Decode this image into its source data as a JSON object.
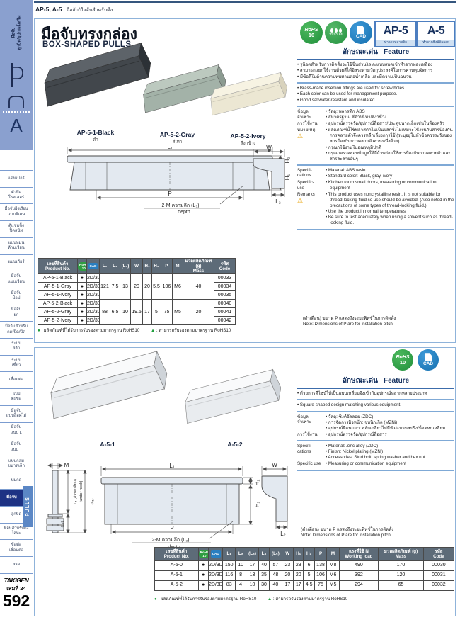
{
  "sidebar": {
    "category_label": "มือจับ\nลูกบิด/อุปกรณ์เสริม",
    "section_letter": "A",
    "items": [
      {
        "label": "แดมเปอร์"
      },
      {
        "label": "ตัวยึด\nโรลเลอร์"
      },
      {
        "label": "มือจับฝังเรียบ\nแบบพิเศษ"
      },
      {
        "label": "ตู้แช่แข็ง\nปิดสนิท"
      },
      {
        "label": "แบบหมุน\nด้ามเวียน"
      },
      {
        "label": "แบบเกียร์"
      },
      {
        "label": "มือจับ\nแบบเวียน"
      },
      {
        "label": "มือจับ\nป็อป"
      },
      {
        "label": "มือจับ\nยก"
      },
      {
        "label": "มือจับสำหรับ\nกดเปิด/ปิด"
      },
      {
        "label": "ระบบ\nสลัก"
      },
      {
        "label": "ระบบ\nเขี้ยว"
      },
      {
        "label": "เชื่อมต่อ"
      },
      {
        "label": "แบบ\nตะขอ"
      },
      {
        "label": "มือจับ\nแบบล็อคได้"
      },
      {
        "label": "มือจับ\nแบบ L"
      },
      {
        "label": "มือจับ\nแบบ T"
      },
      {
        "label": "แบบกลม\nขนาดเล็ก"
      },
      {
        "label": "ปุ่มกด"
      },
      {
        "label": "มือจับ",
        "active": true
      },
      {
        "label": "ลูกบิด"
      },
      {
        "label": "ที่จับสำหรับดึง\nโลหะ"
      },
      {
        "label": "ข้อต่อ\nเชื่อมต่อ"
      },
      {
        "label": "ลวด"
      }
    ],
    "pulls_tab": "PULLS",
    "footer": {
      "logo": "TAKIGEN",
      "volume": "เล่มที่ 24",
      "page": "592"
    }
  },
  "header": {
    "codes": "AP-5, A-5",
    "desc": "มือจับ/มือจับสำหรับดึง"
  },
  "section1": {
    "title_th": "มือจับทรงกล่อง",
    "title_en": "BOX-SHAPED  PULLS",
    "badges": {
      "rohs_line1": "RoHS",
      "rohs_line2": "10",
      "salt_label": "ทนน้ำเค็ม",
      "cad": "CAD",
      "ap5": "AP-5",
      "ap5_sub": "ทำจากพลาสติก",
      "a5": "A-5",
      "a5_sub": "ทำจากซิงค์อัลลอย"
    },
    "products": [
      {
        "name": "AP-5-1-Black",
        "color_th": "ดำ",
        "top": "#5d6369",
        "front": "#42474c",
        "end": "#2c3136"
      },
      {
        "name": "AP-5-2-Gray",
        "color_th": "สีเทา",
        "top": "#bcc9bf",
        "front": "#a3b2a8",
        "end": "#8c9b91"
      },
      {
        "name": "AP-5-2-Ivory",
        "color_th": "สีงาช้าง",
        "top": "#f7f3e3",
        "front": "#ece7d3",
        "end": "#d9d3bd"
      }
    ],
    "feature": {
      "title_th": "ลักษณะเด่น",
      "title_en": "Feature",
      "th_bullets": [
        "• รูน็อตสำหรับการติดตั้งจะใช้ชิ้นส่วนโลหะแบบสอดเข้าทำจากทองเหลือง",
        "• สามารถแยกใช้งานด้วยสีได้อิสระตามวัตถุประสงค์ในการควบคุมจัดการ",
        "• มีข้อดีในด้านความทนทานต่อน้ำเกลือ และมีความเป็นฉนวน"
      ],
      "en_bullets": [
        "• Brass-made insertion fittings are used for screw holes.",
        "• Each color can be used for management purpose.",
        "• Good saltwater-resistant and insulated."
      ],
      "rows": [
        {
          "label": "ข้อมูล\nจำเพาะ",
          "warn": false,
          "lines": [
            "• วัสดุ: พลาสติก ABS",
            "• สีมาตรฐาน: สีดำ/สีเทา/สีงาช้าง"
          ]
        },
        {
          "label": "การใช้งาน",
          "warn": false,
          "lines": [
            "• อุปกรณ์ตรวจวัด/อุปกรณ์สื่อสาร/ประตูขนาดเล็กเช่นในห้องครัว"
          ]
        },
        {
          "label": "หมายเหตุ",
          "warn": true,
          "lines": [
            "• ผลิตภัณฑ์นี้ใช้พลาสติกไม่เป็นผลึกซึ่งไม่เหมาะใช้งานกับสารป้องกันการคลายตัวจึงควรหลีกเลี่ยงการใช้ (ระบุอยู่ในหัวข้อควรระวังของสารป้องกันกาวคลายตัวส่วนหนึ่งด้วย)",
            "• กรุณาใช้งานในอุณหภูมิปกติ",
            "• กรุณาตรวจสอบข้อมูลให้ถี่ถ้วนก่อนใช้สารป้องกันกาวคลายตัวและสารละลายอื่นๆ"
          ]
        },
        {
          "label": "Specifi-\ncations",
          "warn": false,
          "divider_before": true,
          "lines": [
            "• Material: ABS resin",
            "• Standard color: Black, gray, ivory"
          ]
        },
        {
          "label": "Specific-\nuse",
          "warn": false,
          "lines": [
            "• Kitchen room small doors, measuring or communication equipment"
          ]
        },
        {
          "label": "Remarks",
          "warn": true,
          "lines": [
            "• This product uses noncrystalline resin. It is not suitable for thread-locking fluid so use should be avoided. (Also noted in the precautions of some types of thread-locking fluid.)",
            "• Use the product in normal temperatures.",
            "• Be sure to test adequately when using a solvent such as thread-locking fluid."
          ]
        }
      ]
    },
    "drawing": {
      "l1": "L₁",
      "h2": "H₂",
      "h1": "H₁",
      "p": "P",
      "m_note": "2-M ความลึก (L₃)",
      "depth": "depth",
      "w": "W",
      "l2": "L₂"
    },
    "table": {
      "col_product": "เลขที่สินค้า\nProduct No.",
      "col_rohs": "RoHS\n10",
      "col_cad": "CAD",
      "cols": [
        "L₁",
        "L₂",
        "(L₃)",
        "W",
        "H₁",
        "H₂",
        "P",
        "M"
      ],
      "col_mass": "มวลผลิตภัณฑ์ (g)\nMass",
      "col_code": "รหัส\nCode",
      "rohs_mark": "●",
      "cad_mark": "2D/3D",
      "groups": [
        {
          "names": [
            "AP-5-1-Black",
            "AP-5-1-Gray",
            "AP-5-1-Ivory"
          ],
          "dims": [
            "121",
            "7.5",
            "13",
            "20",
            "20",
            "5.5",
            "106",
            "M6"
          ],
          "mass": "40",
          "codes": [
            "00033",
            "00034",
            "00035"
          ]
        },
        {
          "names": [
            "AP-5-2-Black",
            "AP-5-2-Gray",
            "AP-5-2-Ivory"
          ],
          "dims": [
            "88",
            "6.5",
            "10",
            "19.5",
            "17",
            "5",
            "75",
            "M5"
          ],
          "mass": "20",
          "codes": [
            "00040",
            "00041",
            "00042"
          ]
        }
      ]
    },
    "note_th": "(คำเตือน) ขนาด P แสดงถึงระยะพิทช์ในการติดตั้ง",
    "note_en": "Note: Dimensions of P are for installation pitch.",
    "legend_dot": "●",
    "legend_dot_text": " : ผลิตภัณฑ์ที่ได้รับการรับรองตามมาตรฐาน RoHS10",
    "legend_tri": "▲",
    "legend_tri_text": " : สามารถรับรองตามมาตรฐาน RoHS10"
  },
  "section2": {
    "badges": {
      "rohs_line1": "RoHS",
      "rohs_line2": "10",
      "cad": "CAD"
    },
    "products": [
      {
        "name": "A-5-1",
        "top": "#f9fafb",
        "front": "#e9ecef",
        "end": "#cfd4d9"
      },
      {
        "name": "A-5-2",
        "top": "#f9fafb",
        "front": "#e9ecef",
        "end": "#cfd4d9"
      }
    ],
    "feature": {
      "title_th": "ลักษณะเด่น",
      "title_en": "Feature",
      "th_bullets": [
        "• ด้วยการดีไซน์ให้เป็นแบบเหลี่ยมจึงเข้ากับอุปกรณ์หลากหลายประเภท"
      ],
      "en_bullets": [
        "• Square-shaped design matching various equipment."
      ],
      "rows": [
        {
          "label": "ข้อมูล\nจำเพาะ",
          "warn": false,
          "lines": [
            "• วัสดุ: ซิงค์อัลลอย (ZDC)",
            "• การจัดการผิวหน้า: ชุบนิกเกิล (MZNi)",
            "• อุปกรณ์ที่แนบมา: สลักเกลียวไม่มีหัว/แหวนสปริง/น็อตหกเหลี่ยม"
          ]
        },
        {
          "label": "การใช้งาน",
          "warn": false,
          "lines": [
            "• อุปกรณ์ตรวจวัด/อุปกรณ์สื่อสาร"
          ]
        },
        {
          "label": "Specifi-\ncations",
          "warn": false,
          "divider_before": true,
          "lines": [
            "• Material: Zinc alloy (ZDC)",
            "• Finish: Nickel plating (MZNi)",
            "• Accessories: Stud bolt, spring washer and hex nut"
          ]
        },
        {
          "label": "Specific use",
          "warn": false,
          "lines": [
            "• Measuring or communication equipment"
          ]
        }
      ]
    },
    "drawing": {
      "m": "M",
      "l4": "L₄ (ส่วนเกลียว)",
      "under_neck": "(under neck)",
      "l5": "(L₅)",
      "l3": "(L₃)",
      "l1": "L₁",
      "h2": "H₂",
      "h1": "H₁",
      "p": "P",
      "m_note": "2-M ความลึก (L₃)",
      "depth": "depth",
      "w": "W",
      "l2": "L₂"
    },
    "table": {
      "col_product": "เลขที่สินค้า\nProduct No.",
      "col_rohs": "RoHS\n10",
      "col_cad": "CAD",
      "cols": [
        "L₁",
        "L₂",
        "(L₃)",
        "L₄",
        "(L₅)",
        "W",
        "H₁",
        "H₂",
        "P",
        "M"
      ],
      "col_load": "แรงที่ใช้ N\nWorking load",
      "col_mass": "มวลผลิตภัณฑ์ (g)\nMass",
      "col_code": "รหัส\nCode",
      "rohs_mark": "●",
      "cad_mark": "2D/3D",
      "rows": [
        {
          "name": "A-5-0",
          "dims": [
            "150",
            "10",
            "17",
            "40",
            "57",
            "23",
            "23",
            "6",
            "138",
            "M8"
          ],
          "load": "490",
          "mass": "170",
          "code": "00030"
        },
        {
          "name": "A-5-1",
          "dims": [
            "116",
            "8",
            "13",
            "35",
            "48",
            "20",
            "20",
            "5",
            "106",
            "M6"
          ],
          "load": "392",
          "mass": "120",
          "code": "00031"
        },
        {
          "name": "A-5-2",
          "dims": [
            "83",
            "4",
            "10",
            "30",
            "40",
            "17",
            "17",
            "4.5",
            "75",
            "M5"
          ],
          "load": "294",
          "mass": "65",
          "code": "00032"
        }
      ]
    },
    "note_th": "(คำเตือน) ขนาด P แสดงถึงระยะพิทช์ในการติดตั้ง",
    "note_en": "Note: Dimensions of P are for installation pitch.",
    "legend_dot": "●",
    "legend_dot_text": " : ผลิตภัณฑ์ที่ได้รับการรับรองตามมาตรฐาน RoHS10",
    "legend_tri": "▲",
    "legend_tri_text": " : สามารถรับรองตามมาตรฐาน RoHS10"
  }
}
